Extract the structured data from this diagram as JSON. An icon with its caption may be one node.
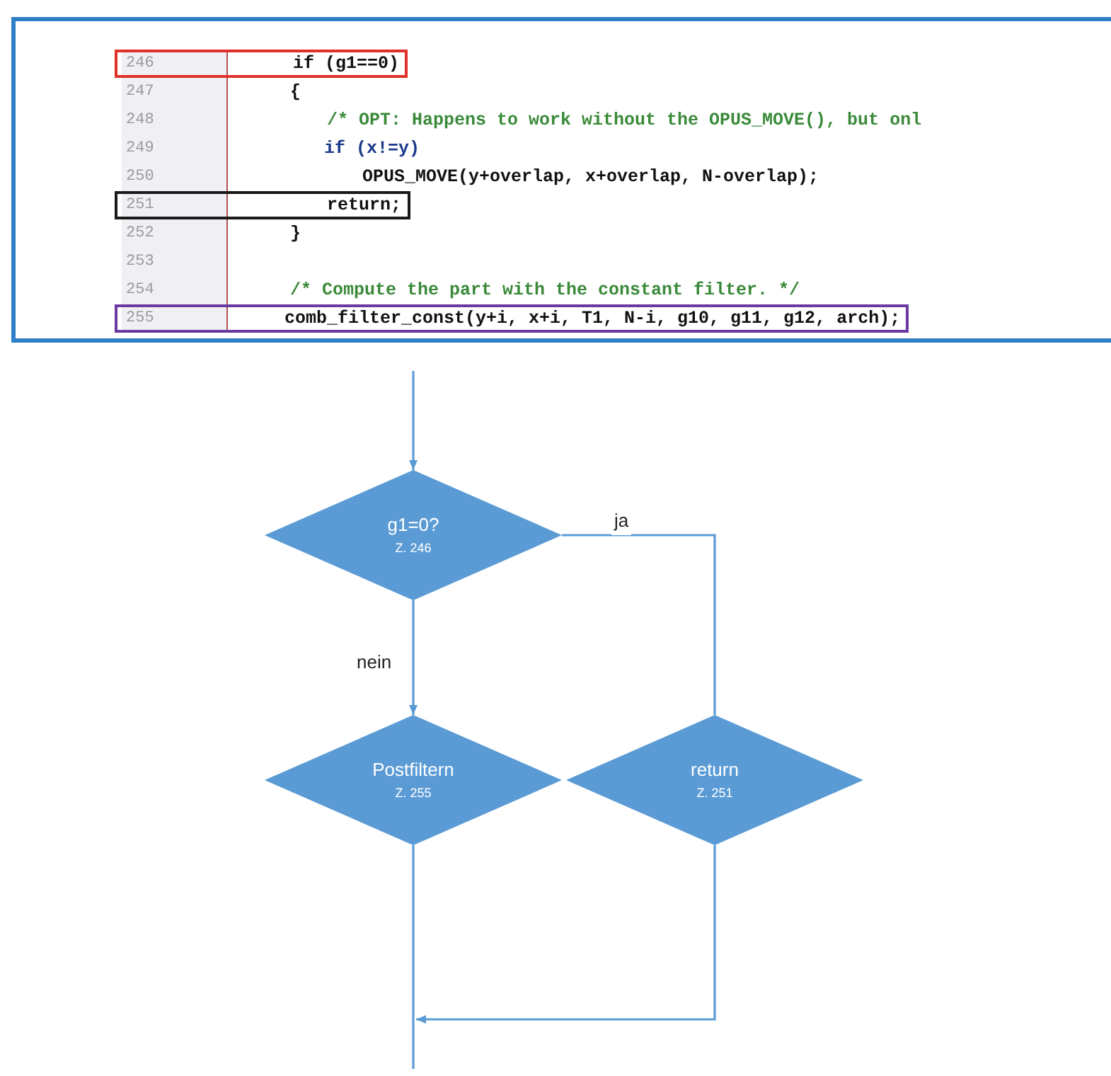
{
  "diagram": {
    "nodes": [
      {
        "text": [
          "247",
          "{",
          "248",
          "/* OPT: Happens to work without the OPUS_MOVE(), but onl",
          "249",
          "if (x!=y)",
          "250",
          "OPUS_MOVE(y+overlap, x+overlap, N-overlap);",
          "252",
          "}",
          "253",
          "254",
          "/* Compute the part with the constant filter. */"
        ]
      },
      {
        "text": [
          "246",
          "if (g1==0)"
        ],
        "in": 0
      },
      {
        "text": [
          "251",
          "return;"
        ],
        "in": 0
      },
      {
        "text": [
          "255",
          "comb_filter_const(y+i, x+i, T1, N-i, g10, g11, g12, arch);"
        ],
        "in": 0
      },
      {
        "text": [
          "g1=0?",
          "Z. 246"
        ]
      },
      {
        "text": [
          "Postfiltern",
          "Z. 255"
        ]
      },
      {
        "text": [
          "return",
          "Z. 251"
        ]
      }
    ],
    "edges": [
      {
        "from": null,
        "to": 4,
        "arrow": "to"
      },
      {
        "from": 4,
        "to": 5,
        "arrow": "to",
        "label": "nein"
      },
      {
        "from": 4,
        "to": 6,
        "arrow": "none",
        "label": "ja"
      },
      {
        "from": 6,
        "to": null,
        "arrow": "to"
      },
      {
        "from": 5,
        "to": null,
        "arrow": "none"
      }
    ]
  }
}
